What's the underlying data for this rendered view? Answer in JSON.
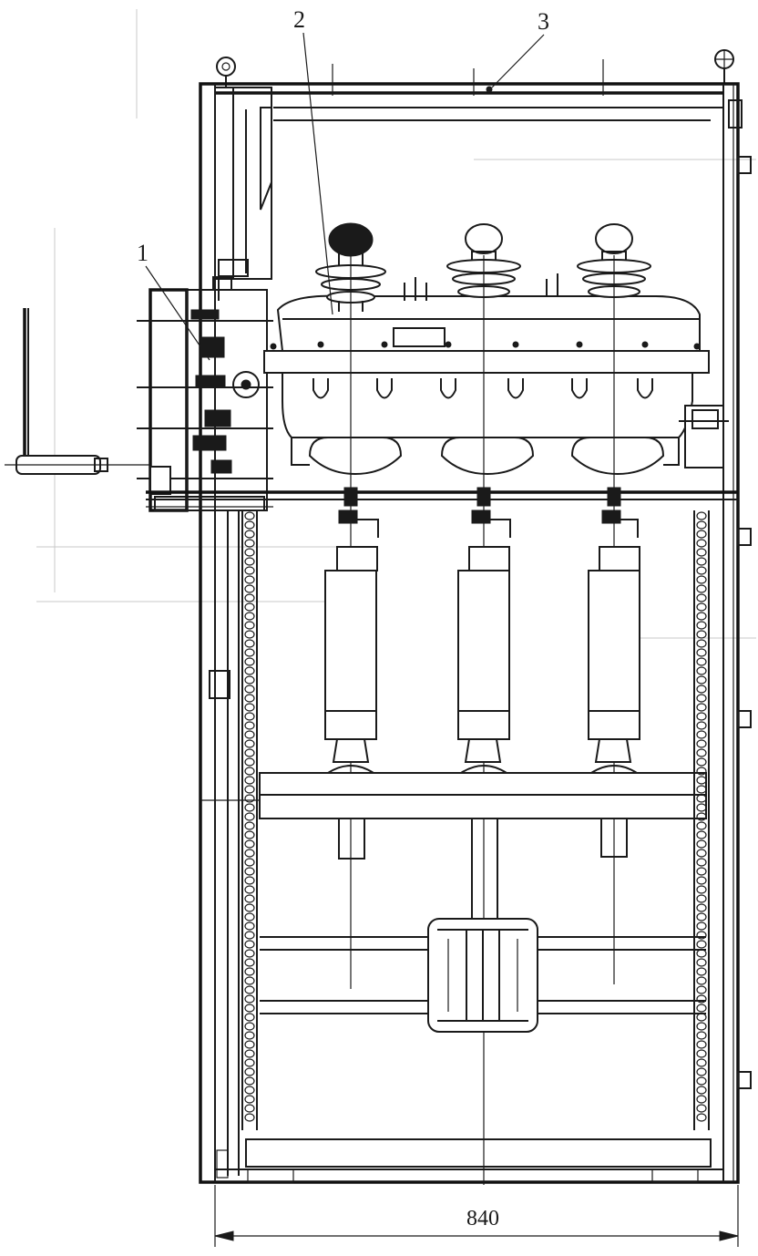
{
  "labels": {
    "mechanism": "1",
    "switch": "2",
    "cabinet_frame": "3"
  },
  "dimension": {
    "width": "840"
  },
  "colors": {
    "ink": "#1a1a1a",
    "paper": "#ffffff",
    "ghost": "#c8c8c8"
  }
}
